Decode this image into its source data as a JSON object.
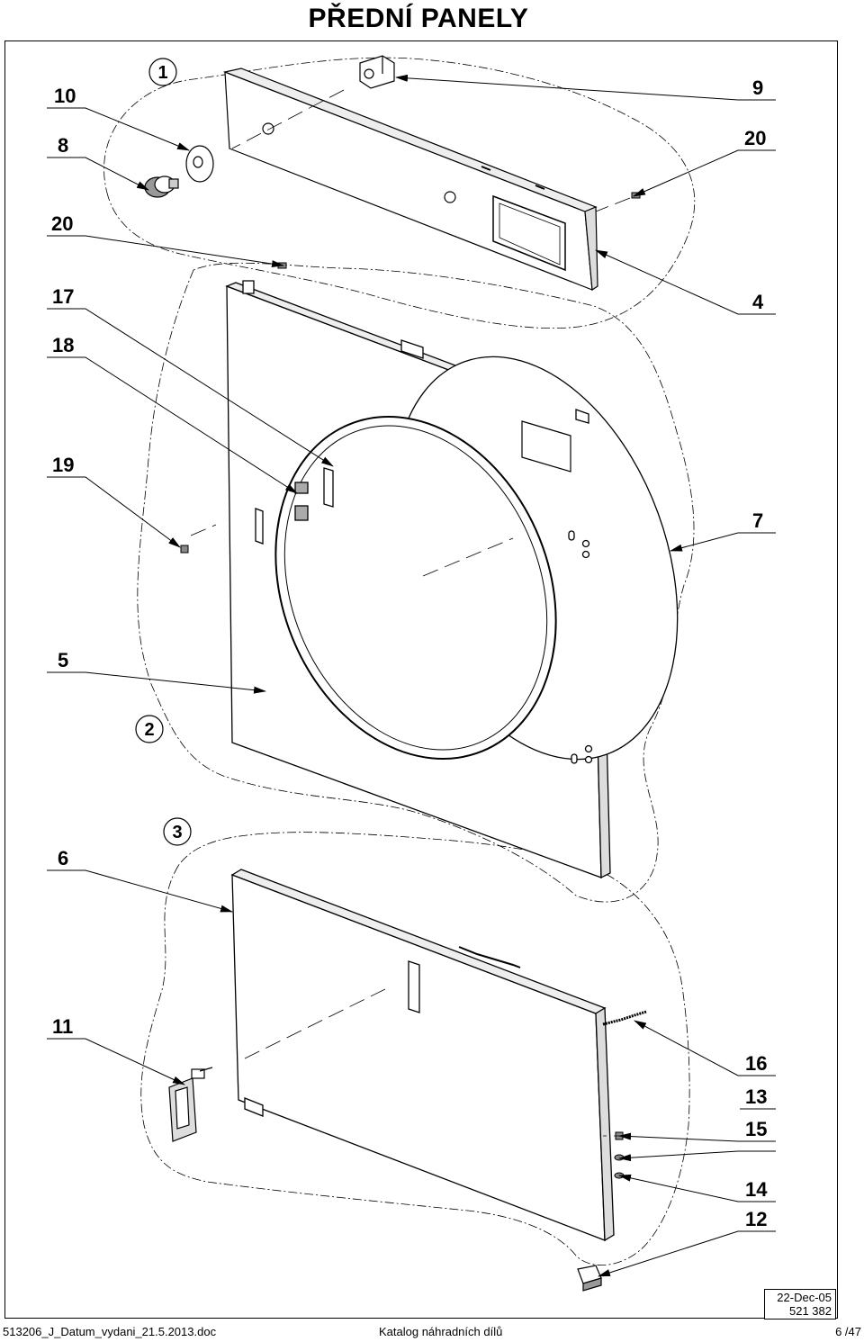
{
  "title": "PŘEDNÍ PANELY",
  "callouts": [
    {
      "id": "c10",
      "text": "10"
    },
    {
      "id": "c8",
      "text": "8"
    },
    {
      "id": "c20a",
      "text": "20"
    },
    {
      "id": "c17",
      "text": "17"
    },
    {
      "id": "c18",
      "text": "18"
    },
    {
      "id": "c19",
      "text": "19"
    },
    {
      "id": "c5",
      "text": "5"
    },
    {
      "id": "c6",
      "text": "6"
    },
    {
      "id": "c11",
      "text": "11"
    },
    {
      "id": "c9",
      "text": "9"
    },
    {
      "id": "c20b",
      "text": "20"
    },
    {
      "id": "c4",
      "text": "4"
    },
    {
      "id": "c7",
      "text": "7"
    },
    {
      "id": "c16",
      "text": "16"
    },
    {
      "id": "c13",
      "text": "13"
    },
    {
      "id": "c15",
      "text": "15"
    },
    {
      "id": "c14",
      "text": "14"
    },
    {
      "id": "c12",
      "text": "12"
    }
  ],
  "group_markers": [
    {
      "id": "g1",
      "text": "1"
    },
    {
      "id": "g2",
      "text": "2"
    },
    {
      "id": "g3",
      "text": "3"
    }
  ],
  "stamp": {
    "date": "22-Dec-05",
    "code": "521 382"
  },
  "footer": {
    "left": "513206_J_Datum_vydani_21.5.2013.doc",
    "center": "Katalog náhradních dílů",
    "right": "6 /47"
  }
}
